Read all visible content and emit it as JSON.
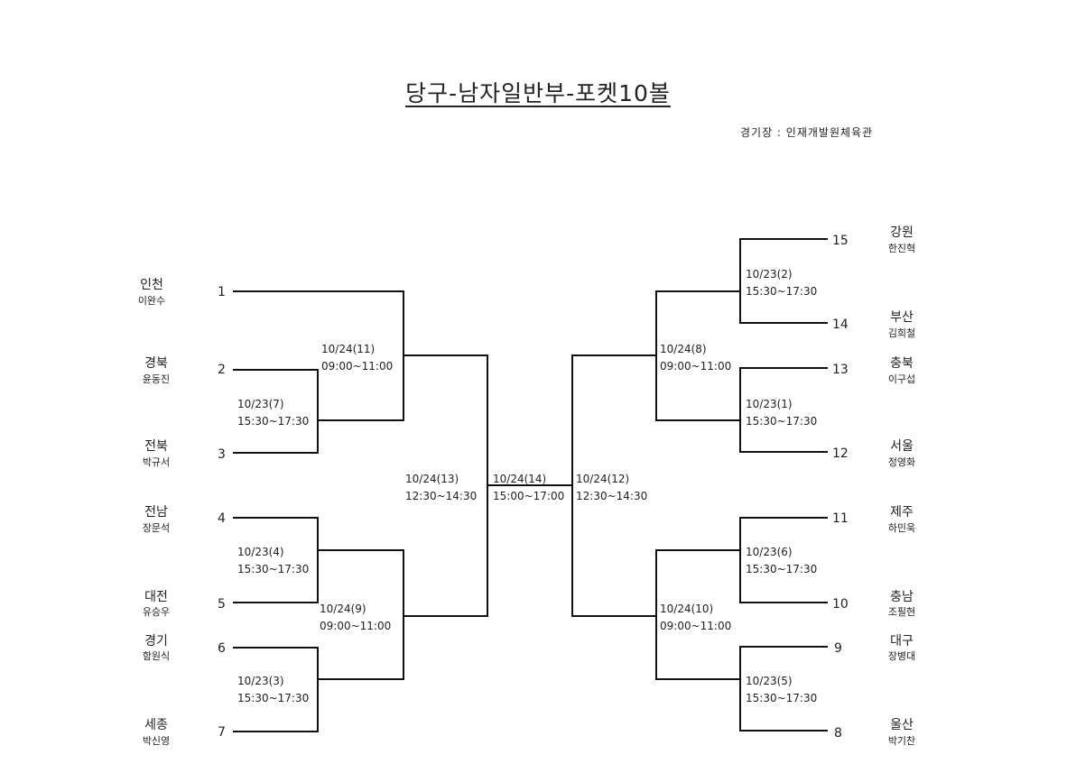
{
  "title": "당구-남자일반부-포켓10볼",
  "venue": "경기장 : 인재개발원체육관",
  "left": [
    {
      "seed": "1",
      "region": "인천",
      "player": "이완수"
    },
    {
      "seed": "2",
      "region": "경북",
      "player": "윤동진"
    },
    {
      "seed": "3",
      "region": "전북",
      "player": "박규서"
    },
    {
      "seed": "4",
      "region": "전남",
      "player": "장문석"
    },
    {
      "seed": "5",
      "region": "대전",
      "player": "유승우"
    },
    {
      "seed": "6",
      "region": "경기",
      "player": "함원식"
    },
    {
      "seed": "7",
      "region": "세종",
      "player": "박신영"
    }
  ],
  "right": [
    {
      "seed": "15",
      "region": "강원",
      "player": "한진혁"
    },
    {
      "seed": "14",
      "region": "부산",
      "player": "김희철"
    },
    {
      "seed": "13",
      "region": "충북",
      "player": "이구섭"
    },
    {
      "seed": "12",
      "region": "서울",
      "player": "정영화"
    },
    {
      "seed": "11",
      "region": "제주",
      "player": "하민욱"
    },
    {
      "seed": "10",
      "region": "충남",
      "player": "조필현"
    },
    {
      "seed": "9",
      "region": "대구",
      "player": "장병대"
    },
    {
      "seed": "8",
      "region": "울산",
      "player": "박기찬"
    }
  ],
  "matches": {
    "m7": {
      "date": "10/23(7)",
      "time": "15:30~17:30"
    },
    "m4": {
      "date": "10/23(4)",
      "time": "15:30~17:30"
    },
    "m3": {
      "date": "10/23(3)",
      "time": "15:30~17:30"
    },
    "m11": {
      "date": "10/24(11)",
      "time": "09:00~11:00"
    },
    "m9": {
      "date": "10/24(9)",
      "time": "09:00~11:00"
    },
    "m13": {
      "date": "10/24(13)",
      "time": "12:30~14:30"
    },
    "m14": {
      "date": "10/24(14)",
      "time": "15:00~17:00"
    },
    "m12": {
      "date": "10/24(12)",
      "time": "12:30~14:30"
    },
    "m8": {
      "date": "10/24(8)",
      "time": "09:00~11:00"
    },
    "m10": {
      "date": "10/24(10)",
      "time": "09:00~11:00"
    },
    "m2": {
      "date": "10/23(2)",
      "time": "15:30~17:30"
    },
    "m1": {
      "date": "10/23(1)",
      "time": "15:30~17:30"
    },
    "m6": {
      "date": "10/23(6)",
      "time": "15:30~17:30"
    },
    "m5": {
      "date": "10/23(5)",
      "time": "15:30~17:30"
    }
  }
}
